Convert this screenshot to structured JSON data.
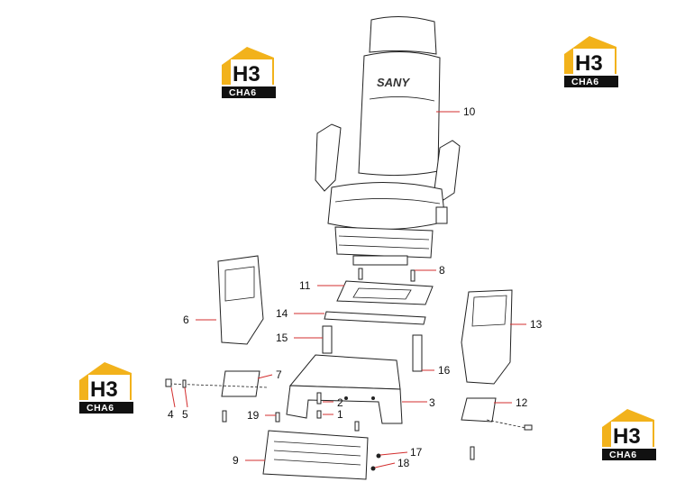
{
  "colors": {
    "leader": "#d32f2f",
    "logo_yellow": "#f2b21b",
    "logo_black": "#111111",
    "line": "#222222"
  },
  "seat_brand": "SANY",
  "watermarks": [
    {
      "main": "H3",
      "sub": "CHA6"
    },
    {
      "main": "H3",
      "sub": "CHA6"
    },
    {
      "main": "H3",
      "sub": "CHA6"
    },
    {
      "main": "H3",
      "sub": "CHA6"
    }
  ],
  "callouts": [
    {
      "num": "1",
      "part": "bolt"
    },
    {
      "num": "2",
      "part": "bolt"
    },
    {
      "num": "3",
      "part": "seat-base-frame"
    },
    {
      "num": "4",
      "part": "bolt"
    },
    {
      "num": "5",
      "part": "washer"
    },
    {
      "num": "6",
      "part": "left-armrest-console"
    },
    {
      "num": "7",
      "part": "left-console-bracket"
    },
    {
      "num": "8",
      "part": "bolt"
    },
    {
      "num": "9",
      "part": "front-cover-plate"
    },
    {
      "num": "10",
      "part": "operator-seat"
    },
    {
      "num": "11",
      "part": "seat-adapter-plate"
    },
    {
      "num": "12",
      "part": "right-console-bracket"
    },
    {
      "num": "13",
      "part": "right-armrest-console"
    },
    {
      "num": "14",
      "part": "rubber-strip-long"
    },
    {
      "num": "15",
      "part": "rubber-strip-left"
    },
    {
      "num": "16",
      "part": "rubber-strip-right"
    },
    {
      "num": "17",
      "part": "screw"
    },
    {
      "num": "18",
      "part": "washer"
    },
    {
      "num": "19",
      "part": "bolt"
    }
  ]
}
